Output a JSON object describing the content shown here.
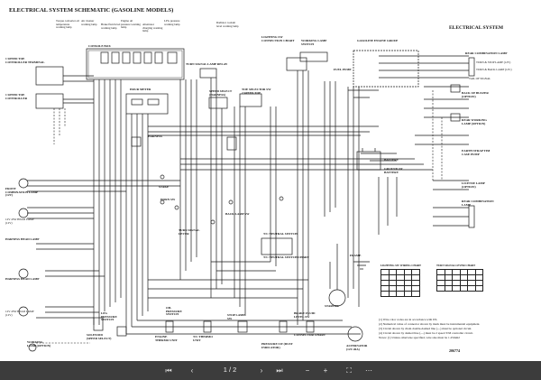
{
  "schematic": {
    "title": "ELECTRICAL SYSTEM SCHEMATIC (GASOLINE MODELS)",
    "subtitle": "ELECTRICAL SYSTEM",
    "figure_no": "206774",
    "labels": {
      "torque_lamp": "Torque converter oil temperature warning lamp",
      "air_cleaner": "Air cleaner warning lamp",
      "brake_fluid": "Brake fluid level warning lamp",
      "engine_oil": "Engine oil pressure warning lamp",
      "alternator": "Alternator charging warning lamp",
      "lpg": "LPG pressure warning lamp",
      "radiator": "Radiator coolant level warning lamp",
      "console_box": "CONSOLE BOX",
      "speed_controller_terminal": "1 SPEED TOE CONTROLLER TERMINAL",
      "speed_controller": "1 SPEED TOE CONTROLLER",
      "turn_signal_relay": "TURN SIGNAL LAMP RELAY",
      "lighting_sw": "LIGHTING SW CONNECTION CHART",
      "working_lamp_switch": "WORKING LAMP SWITCH",
      "gasoline_engine": "GASOLINE ENGINE GROUP",
      "fuel_pump": "FUEL PUMP",
      "rear_combination_lamp": "REAR COMBINATION LAMP",
      "turn_lamp": "TURN & STOP LAMP (12V)",
      "turn_back_lamp": "TURN & BACK LAMP (12V)",
      "tail_lamp": "TAIL OF SIGNAL",
      "back_up_buzzer": "BACK UP BUZZER (OPTION)",
      "rear_working_lamp": "REAR WORKING LAMP (OPTION)",
      "earth_strap": "EARTH STRAP TIM CASE PUMP",
      "battery": "BATTERY",
      "ground_battery": "GROUND OF BATTERY",
      "hour_meter": "HOUR METER",
      "speed_select": "SPEED SELECT (HARNESS)",
      "speed_selector": "TOE SELECTOR SW 2 SPEED TOE",
      "license_lamp": "LICENSE LAMP (OPTION)",
      "harness": "HARNESS",
      "front_combination_lamp": "FRONT COMBINATION LAMP (12V)",
      "head_lamp_12v": "12V 45W HEAD LAMP (12V)",
      "harness_head_lamp": "HARNESS HEAD LAMP",
      "horn_sw": "HORN SW",
      "back_lamp_sw": "BACK LAMP SW",
      "turn_signal_lever": "TURN SIGNAL LEVER",
      "stake": "STAKE",
      "tc_neutral_switch": "T/C NEUTRAL SWITCH",
      "tc_neutral_chart": "T/C NEUTRAL SWITCH CHART",
      "harness_head_lamp2": "HARNESS HEAD LAMP",
      "head_lamp_12v_2": "12V 45W HEAD LAMP (12V)",
      "working_lamp": "WORKING LAMP (OPTION)",
      "lpg_pressure_switch": "LPG PRESSURE SWITCH",
      "solenoid": "SOLENOID (SPEED SELECT)",
      "engine_thermo": "ENGINE THERMO UNIT",
      "tc_thermo": "T/C THERMO UNIT",
      "oil_pressure_switch": "OIL PRESSURE SWITCH",
      "stop_lamp_sw": "STOP LAMP SW",
      "pressure_sw": "PRESSURE SW (DUST INDICATOR)",
      "connector_chart": "CONNECTOR CHART",
      "brake_fluid_sw": "BRAKE FLUID LEVEL SW",
      "frame": "FRAME",
      "alternator_bottom": "ALTERNATOR (12V-40A)",
      "starter": "STARTER",
      "lighting_wiring_chart": "LIGHTING SW WIRING CHART",
      "turn_signal_chart": "TURN SIGNAL LEVER CHART"
    },
    "notes": [
      "(1) Wire color codes are in accordance with JIS.",
      "(2) Numerical value of connector shown by mark must be instrumental equipment.",
      "(3) Circuit shown by chain double-dashed line (---) must be optional circuit.",
      "(4) Circuit shown by dashed line (---) must be 2 speed T/M controller circuit.",
      "Notes: (1) Unless otherwise specified, wire size must be 1.25mm2"
    ]
  },
  "toolbar": {
    "current_page": "1",
    "total_pages": "2",
    "page_display": "1 / 2",
    "icons": [
      "first-page-icon",
      "previous-page-icon",
      "next-page-icon",
      "last-page-icon",
      "zoom-out-icon",
      "zoom-in-icon",
      "fullscreen-icon",
      "more-icon"
    ]
  }
}
